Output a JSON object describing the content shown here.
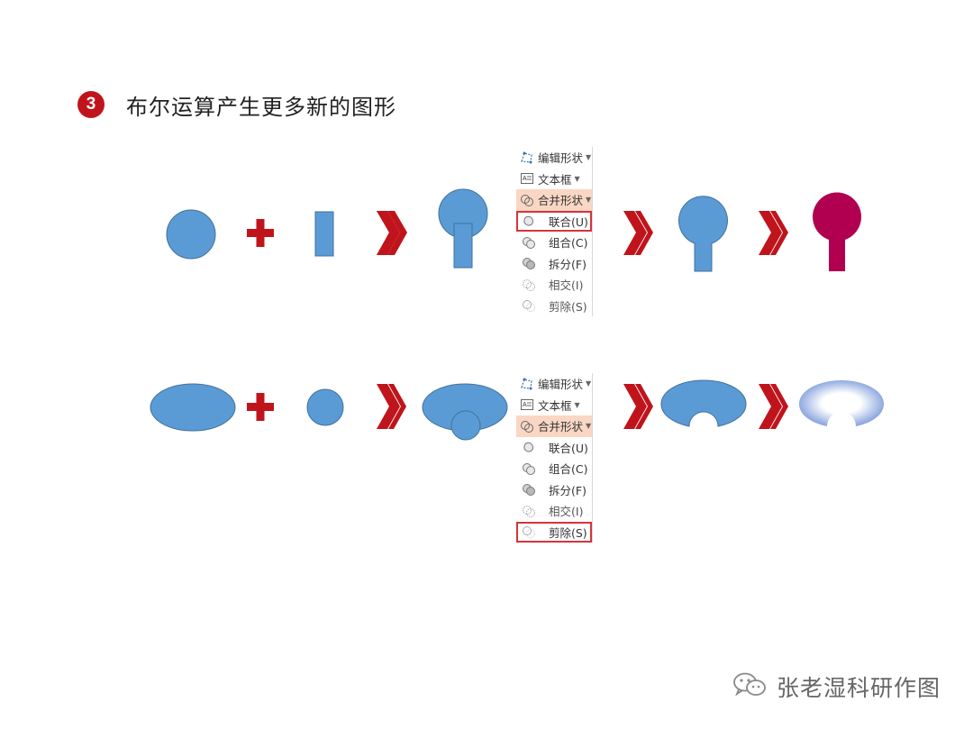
{
  "heading": {
    "number": "3",
    "title": "布尔运算产生更多新的图形"
  },
  "menus": [
    {
      "items": [
        {
          "label": "编辑形状",
          "icon": "edit-shape-icon",
          "has_caret": true
        },
        {
          "label": "文本框",
          "icon": "textbox-icon",
          "has_caret": true
        },
        {
          "label": "合并形状",
          "icon": "merge-shapes-icon",
          "has_caret": true,
          "highlighted": true
        }
      ],
      "submenu": [
        {
          "label": "联合(U)",
          "icon": "union-icon",
          "selected": true
        },
        {
          "label": "组合(C)",
          "icon": "combine-icon",
          "selected": false
        },
        {
          "label": "拆分(F)",
          "icon": "fragment-icon",
          "selected": false
        },
        {
          "label": "相交(I)",
          "icon": "intersect-icon",
          "selected": false
        },
        {
          "label": "剪除(S)",
          "icon": "subtract-icon",
          "selected": false
        }
      ]
    },
    {
      "items": [
        {
          "label": "编辑形状",
          "icon": "edit-shape-icon",
          "has_caret": true
        },
        {
          "label": "文本框",
          "icon": "textbox-icon",
          "has_caret": true
        },
        {
          "label": "合并形状",
          "icon": "merge-shapes-icon",
          "has_caret": true,
          "highlighted": true
        }
      ],
      "submenu": [
        {
          "label": "联合(U)",
          "icon": "union-icon",
          "selected": false
        },
        {
          "label": "组合(C)",
          "icon": "combine-icon",
          "selected": false
        },
        {
          "label": "拆分(F)",
          "icon": "fragment-icon",
          "selected": false
        },
        {
          "label": "相交(I)",
          "icon": "intersect-icon",
          "selected": false
        },
        {
          "label": "剪除(S)",
          "icon": "subtract-icon",
          "selected": true
        }
      ]
    }
  ],
  "watermark": {
    "text": "张老湿科研作图",
    "icon": "wechat-icon"
  },
  "colors": {
    "shape_blue": "#5b9bd5",
    "shape_outline": "#41719c",
    "result_magenta": "#b0004f",
    "operator_red": "#c0141c",
    "menu_highlight": "#f9d7c4",
    "selection_red": "#d6343a"
  }
}
